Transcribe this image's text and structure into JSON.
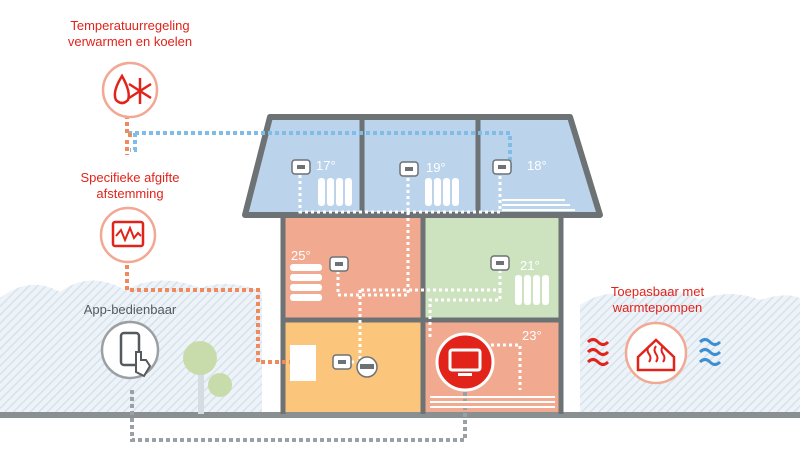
{
  "features": {
    "heating_cooling": "Temperatuurregeling verwarmen en koelen",
    "specific_output": "Specifieke afgifte afstemming",
    "app": "App-bedienbaar",
    "heat_pumps": "Toepasbaar met warmtepompen"
  },
  "rooms": {
    "attic_left": "17°",
    "attic_mid": "19°",
    "attic_right": "18°",
    "first_left": "25°",
    "first_right": "21°",
    "ground_right": "23°"
  },
  "colors": {
    "red": "#e2231a",
    "blue_room": "#bcd3ec",
    "salmon_room": "#f1a98f",
    "green_room": "#cde3bf",
    "orange_room": "#fbc67c",
    "wall": "#6d7275"
  }
}
